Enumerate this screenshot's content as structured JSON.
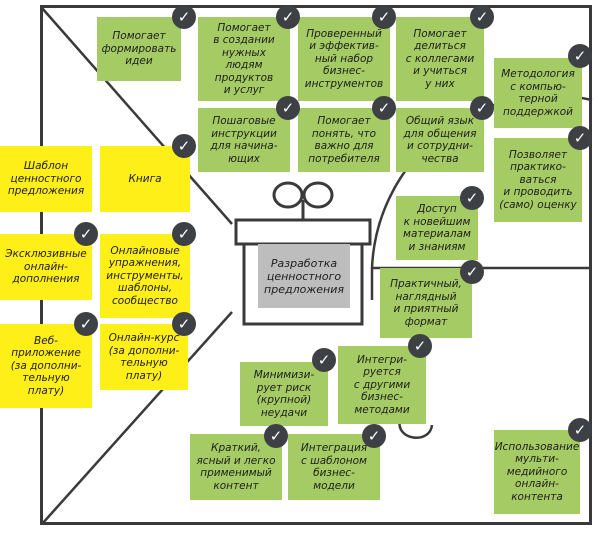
{
  "center": {
    "label": "Разработка\nценностного\nпредложения"
  },
  "green_notes": [
    {
      "id": "g1",
      "text": "Помогает\nформировать\nидеи"
    },
    {
      "id": "g2",
      "text": "Помогает\nв создании\nнужных людям\nпродуктов\nи услуг"
    },
    {
      "id": "g3",
      "text": "Проверенный\nи эффектив-\nный набор\nбизнес-\nинструментов"
    },
    {
      "id": "g4",
      "text": "Помогает\nделиться\nс коллегами\nи учиться\nу них"
    },
    {
      "id": "g5",
      "text": "Методология\nс компью-\nтерной\nподдержкой"
    },
    {
      "id": "g6",
      "text": "Пошаговые\nинструкции\nдля начина-\nющих"
    },
    {
      "id": "g7",
      "text": "Помогает\nпонять, что\nважно для\nпотребителя"
    },
    {
      "id": "g8",
      "text": "Общий язык\nдля общения\nи сотрудни-\nчества"
    },
    {
      "id": "g9",
      "text": "Позволяет\nпрактико-\nваться\nи проводить\n(само) оценку"
    },
    {
      "id": "g10",
      "text": "Доступ\nк новейшим\nматериалам\nи знаниям"
    },
    {
      "id": "g11",
      "text": "Практичный,\nнаглядный\nи приятный\nформат"
    },
    {
      "id": "g12",
      "text": "Минимизи-\nрует риск\n(крупной)\nнеудачи"
    },
    {
      "id": "g13",
      "text": "Интегри-\nруется\nс другими\nбизнес-\nметодами"
    },
    {
      "id": "g14",
      "text": "Краткий,\nясный и легко\nприменимый\nконтент"
    },
    {
      "id": "g15",
      "text": "Интеграция\nс шаблоном\nбизнес-\nмодели"
    },
    {
      "id": "g16",
      "text": "Использование\nмульти-\nмедийного\nонлайн-\nконтента"
    }
  ],
  "yellow_notes": [
    {
      "id": "y1",
      "text": "Шаблон\nценностного\nпредложения"
    },
    {
      "id": "y2",
      "text": "Книга"
    },
    {
      "id": "y3",
      "text": "Эксклюзивные\nонлайн-\nдополнения"
    },
    {
      "id": "y4",
      "text": "Онлайновые\nупражнения,\nинструменты,\nшаблоны,\nсообщество"
    },
    {
      "id": "y5",
      "text": "Веб-\nприложение\n(за дополни-\nтельную\nплату)"
    },
    {
      "id": "y6",
      "text": "Онлайн-курс\n(за дополни-\nтельную\nплату)"
    }
  ],
  "check_glyph": "✓"
}
